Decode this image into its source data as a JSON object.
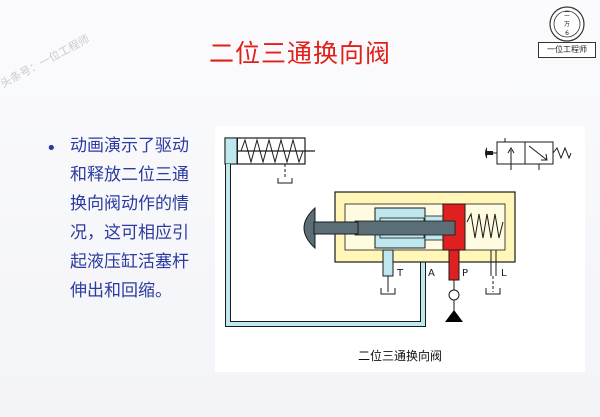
{
  "slide": {
    "title": "二位三通换向阀",
    "watermark": "头条号：一位工程师",
    "logo": {
      "text": "一位工程师",
      "glyphs": [
        "二",
        "万",
        "6"
      ]
    },
    "bullet": "动画演示了驱动和释放二位三通换向阀动作的情况，这可相应引起液压缸活塞杆伸出和回缩。"
  },
  "diagram": {
    "caption": "二位三通换向阀",
    "ports": {
      "T": "T",
      "A": "A",
      "P": "P",
      "L": "L"
    },
    "colors": {
      "line": "#1a1a1a",
      "fluid": "#bfe8ee",
      "pressure": "#e02020",
      "body": "#fff6b8",
      "gray": "#5b6e78"
    }
  }
}
